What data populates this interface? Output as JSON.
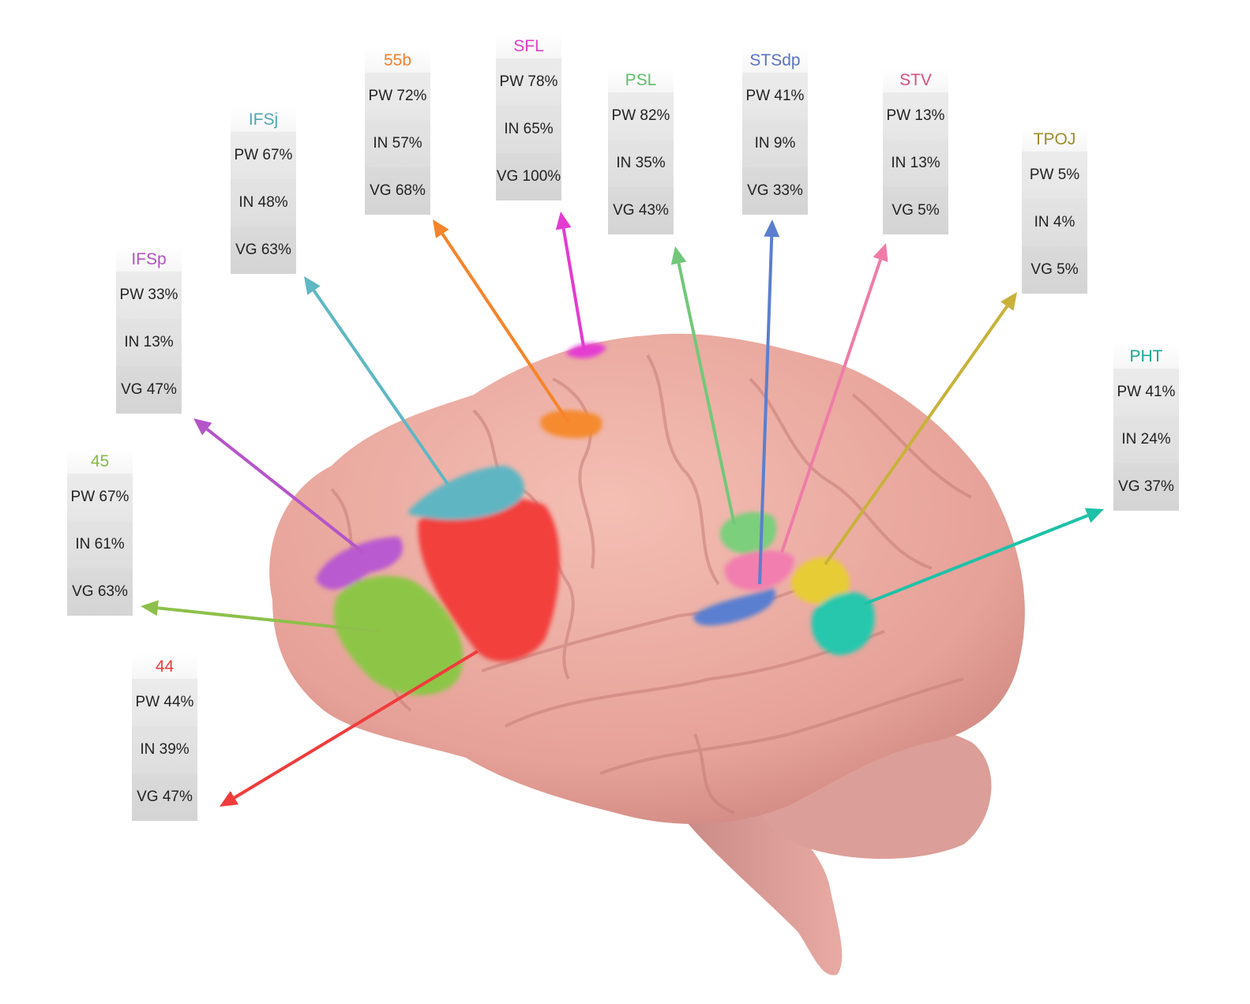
{
  "regions": [
    {
      "name": "55b",
      "color": "#f0812e",
      "pw": "PW 72%",
      "in": "IN 57%",
      "vg": "VG 68%"
    },
    {
      "name": "SFL",
      "color": "#dd3fc8",
      "pw": "PW 78%",
      "in": "IN 65%",
      "vg": "VG 100%"
    },
    {
      "name": "IFSj",
      "color": "#4fa6b3",
      "pw": "PW 67%",
      "in": "IN 48%",
      "vg": "VG 63%"
    },
    {
      "name": "IFSp",
      "color": "#b451c4",
      "pw": "PW 33%",
      "in": "IN 13%",
      "vg": "VG 47%"
    },
    {
      "name": "45",
      "color": "#86b948",
      "pw": "PW 67%",
      "in": "IN 61%",
      "vg": "VG 63%"
    },
    {
      "name": "44",
      "color": "#ee3a3a",
      "pw": "PW 44%",
      "in": "IN 39%",
      "vg": "VG 47%"
    },
    {
      "name": "PSL",
      "color": "#5fbf6c",
      "pw": "PW 82%",
      "in": "IN 35%",
      "vg": "VG 43%"
    },
    {
      "name": "STSdp",
      "color": "#5874c4",
      "pw": "PW 41%",
      "in": "IN 9%",
      "vg": "VG 33%"
    },
    {
      "name": "STV",
      "color": "#d9507e",
      "pw": "PW 13%",
      "in": "IN 13%",
      "vg": "VG 5%"
    },
    {
      "name": "TPOJ",
      "color": "#9c8c2a",
      "pw": "PW 5%",
      "in": "IN 4%",
      "vg": "VG 5%"
    },
    {
      "name": "PHT",
      "color": "#1aa892",
      "pw": "PW 41%",
      "in": "IN 24%",
      "vg": "VG 37%"
    }
  ]
}
